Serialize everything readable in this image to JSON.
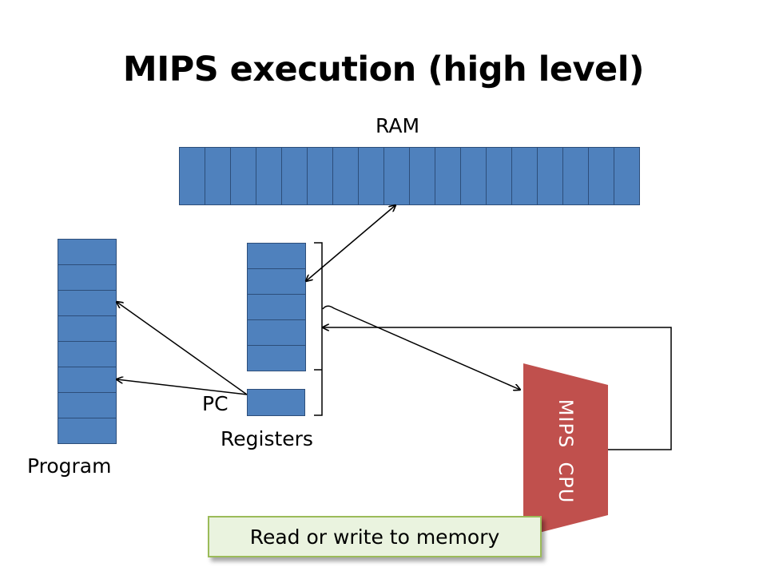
{
  "title": "MIPS execution (high level)",
  "labels": {
    "ram": "RAM",
    "program": "Program",
    "registers": "Registers",
    "pc": "PC",
    "cpu": "MIPS  CPU"
  },
  "callout": "Read or write to memory",
  "counts": {
    "ram_cells": 18,
    "program_cells": 8,
    "register_cells": 5
  },
  "colors": {
    "cell_fill": "#4f81bd",
    "cpu_fill": "#c0504d",
    "callout_fill": "#eaf3df",
    "callout_border": "#9bbb59"
  }
}
